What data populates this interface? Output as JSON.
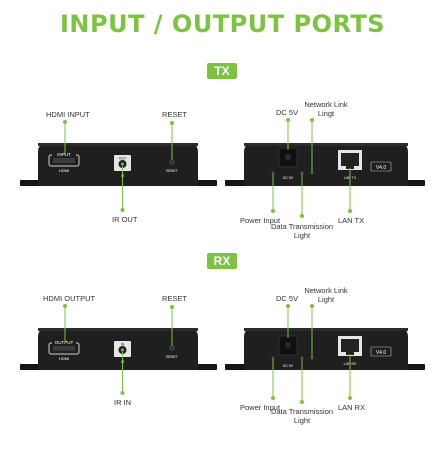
{
  "colors": {
    "accent": "#7dc242",
    "device": "#1f1f1f",
    "device_edge": "#2c2c2c",
    "foot": "#141414"
  },
  "title": "INPUT / OUTPUT PORTS",
  "tx": {
    "badge": "TX",
    "hdmi_input": "HDMI INPUT",
    "reset": "RESET",
    "ir_out": "IR OUT",
    "dc_5v": "DC 5V",
    "network_link": "Network Link Lingt",
    "power_input": "Power Input",
    "data_light": "Data Transmission Light",
    "lan_tx": "LAN TX",
    "device_port_input": "INPUT",
    "device_port_hdmi": "HDMI",
    "device_port_out": "OUT",
    "device_port_ir": "IR",
    "device_port_reset": "RESET",
    "device_dc": "DC 5V",
    "device_lan": "LAN TX",
    "device_version": "V4.0"
  },
  "rx": {
    "badge": "RX",
    "hdmi_output": "HDMI OUTPUT",
    "reset": "RESET",
    "ir_in": "IR IN",
    "dc_5v": "DC 5V",
    "network_link": "Network Link Light",
    "power_input": "Power Input",
    "data_light": "Data Transmission Light",
    "lan_rx": "LAN RX",
    "device_port_output": "OUTPUT",
    "device_port_hdmi": "HDMI",
    "device_port_in": "IN",
    "device_port_ir": "IR",
    "device_port_reset": "RESET",
    "device_dc": "DC 5V",
    "device_lan": "LAN RX",
    "device_version": "V4.0"
  }
}
